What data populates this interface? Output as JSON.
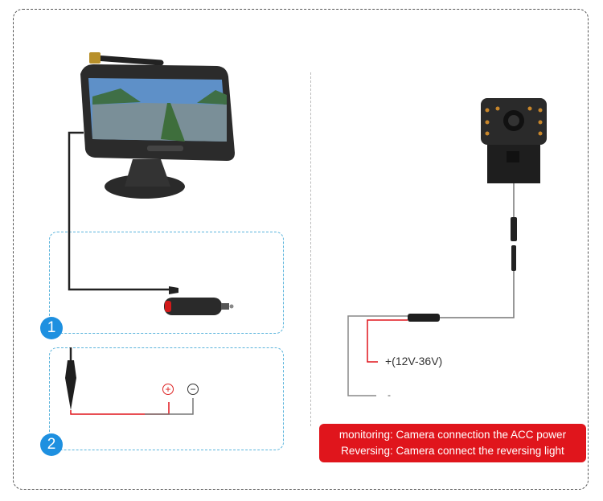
{
  "option_1": {
    "number": "1"
  },
  "option_2": {
    "number": "2",
    "plus": "⊕",
    "minus": "⊖"
  },
  "camera_wiring": {
    "voltage_label": "+(12V-36V)",
    "ground_label": "-"
  },
  "note": {
    "line1": "monitoring: Camera connection the ACC power",
    "line2": "Reversing: Camera connect the reversing light"
  },
  "colors": {
    "accent_blue": "#1e90e0",
    "note_red": "#e0151c",
    "wire_red": "#e0151c",
    "wire_gray": "#888888"
  }
}
